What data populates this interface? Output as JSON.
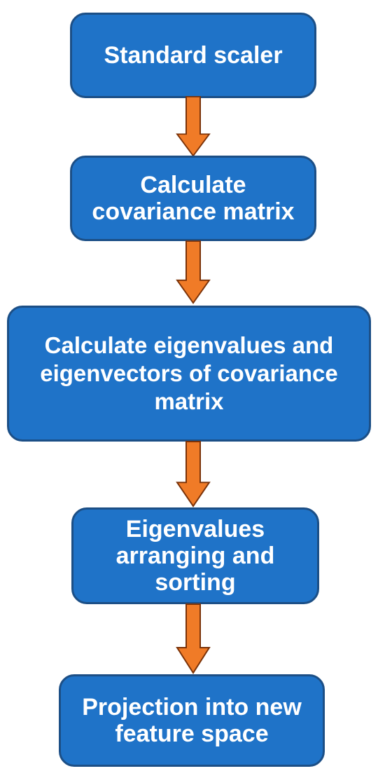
{
  "flowchart": {
    "steps": [
      {
        "label": "Standard scaler"
      },
      {
        "label": "Calculate\ncovariance matrix"
      },
      {
        "label": "Calculate eigenvalues and\neigenvectors of covariance\nmatrix"
      },
      {
        "label": "Eigenvalues\narranging and\nsorting"
      },
      {
        "label": "Projection into new\nfeature space"
      }
    ]
  },
  "colors": {
    "box_fill": "#1f73c8",
    "box_border": "#1c4f86",
    "box_text": "#ffffff",
    "arrow_fill": "#f07b27",
    "arrow_border": "#7a3208"
  }
}
